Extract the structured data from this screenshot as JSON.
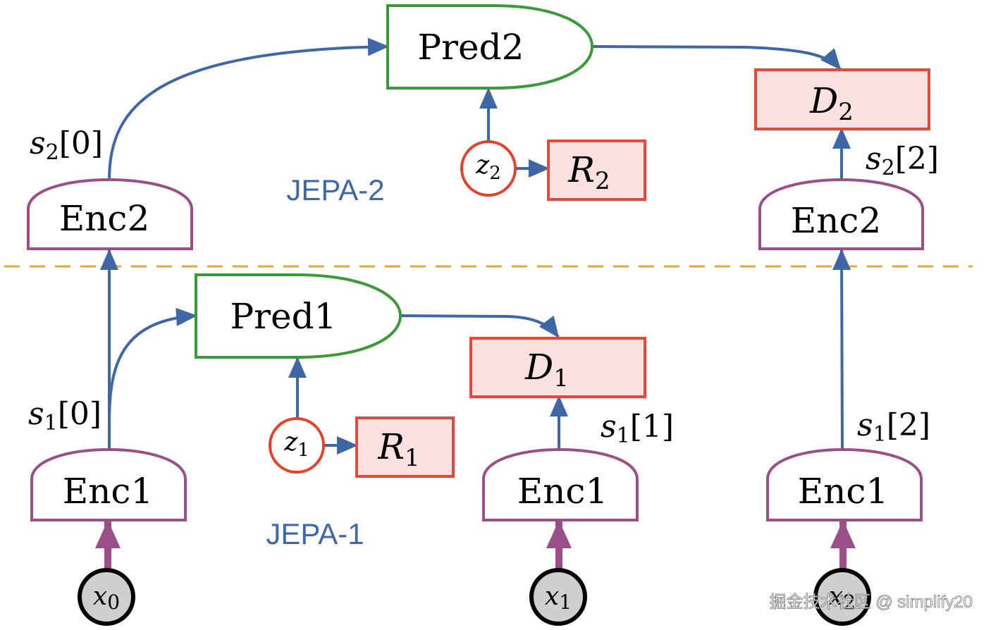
{
  "colors": {
    "predictor": "#3a9a3a",
    "encoder": "#9b4f88",
    "energy_fill": "#fbe0e0",
    "energy_stroke": "#e8473a",
    "latent": "#e8402a",
    "arrow": "#3f67a6",
    "input_arrow": "#9b4f88",
    "divider": "#f0a040",
    "label_blue": "#3f67a6",
    "input_fill": "#cfcfcf"
  },
  "labels": {
    "jepa2": "JEPA-2",
    "jepa1": "JEPA-1",
    "watermark": "掘金技术社区 @ simplify20"
  },
  "level2": {
    "pred": "Pred2",
    "enc_left": "Enc2",
    "enc_right": "Enc2",
    "energy_var": "D",
    "energy_sub": "2",
    "reg_var": "R",
    "reg_sub": "2",
    "latent_var": "z",
    "latent_sub": "2",
    "state_left": {
      "var": "s",
      "sub": "2",
      "idx": "[0]"
    },
    "state_right": {
      "var": "s",
      "sub": "2",
      "idx": "[2]"
    }
  },
  "level1": {
    "pred": "Pred1",
    "enc_a": "Enc1",
    "enc_b": "Enc1",
    "enc_c": "Enc1",
    "energy_var": "D",
    "energy_sub": "1",
    "reg_var": "R",
    "reg_sub": "1",
    "latent_var": "z",
    "latent_sub": "1",
    "state_a": {
      "var": "s",
      "sub": "1",
      "idx": "[0]"
    },
    "state_b": {
      "var": "s",
      "sub": "1",
      "idx": "[1]"
    },
    "state_c": {
      "var": "s",
      "sub": "1",
      "idx": "[2]"
    }
  },
  "inputs": [
    {
      "var": "x",
      "sub": "0"
    },
    {
      "var": "x",
      "sub": "1"
    },
    {
      "var": "x",
      "sub": "2"
    }
  ]
}
